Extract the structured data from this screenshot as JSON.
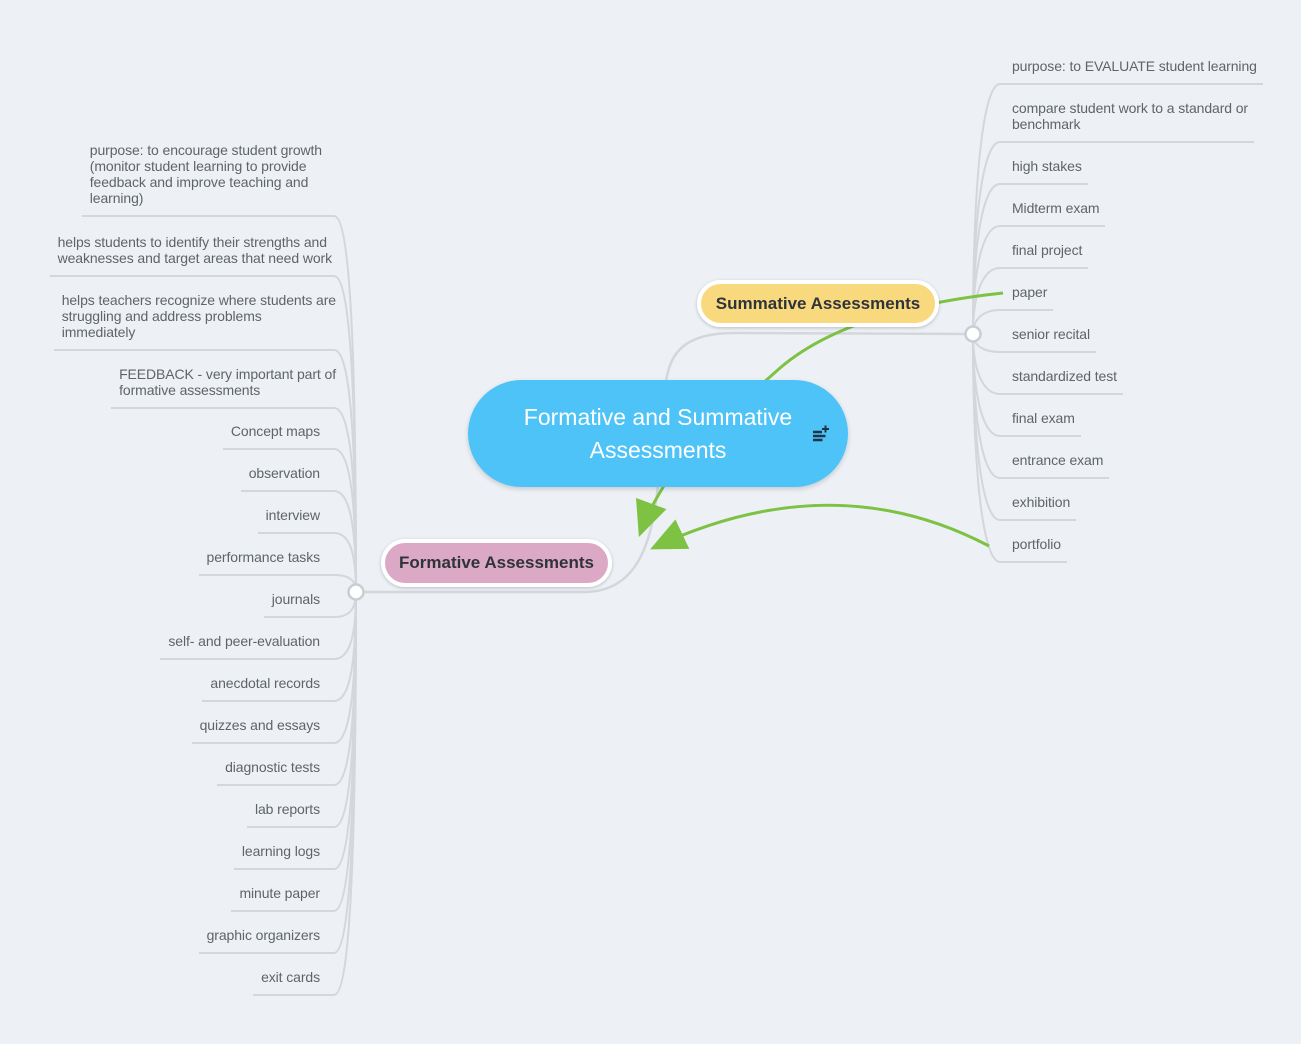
{
  "root": {
    "label": "Formative and Summative\nAssessments",
    "icon": "outline-plus-icon"
  },
  "branches": [
    {
      "label": "Summative Assessments",
      "side": "right",
      "children": [
        {
          "text": "purpose: to EVALUATE student learning"
        },
        {
          "text": "compare student work to a standard or\nbenchmark"
        },
        {
          "text": "high stakes"
        },
        {
          "text": "Midterm exam"
        },
        {
          "text": "final project"
        },
        {
          "text": "paper"
        },
        {
          "text": "senior recital"
        },
        {
          "text": "standardized test"
        },
        {
          "text": "final exam"
        },
        {
          "text": "entrance exam"
        },
        {
          "text": "exhibition"
        },
        {
          "text": "portfolio"
        }
      ]
    },
    {
      "label": "Formative Assessments",
      "side": "left",
      "children": [
        {
          "text": "purpose: to encourage student growth\n(monitor student learning to provide\nfeedback and improve teaching and\nlearning)"
        },
        {
          "text": "helps students to identify their strengths and\nweaknesses and target areas that need work"
        },
        {
          "text": "helps teachers recognize where students are\nstruggling and address problems\nimmediately"
        },
        {
          "text": "FEEDBACK - very important part of\nformative assessments"
        },
        {
          "text": "Concept maps"
        },
        {
          "text": "observation"
        },
        {
          "text": "interview"
        },
        {
          "text": "performance tasks"
        },
        {
          "text": "journals"
        },
        {
          "text": "self- and peer-evaluation"
        },
        {
          "text": "anecdotal records"
        },
        {
          "text": "quizzes and essays"
        },
        {
          "text": "diagnostic tests"
        },
        {
          "text": "lab reports"
        },
        {
          "text": "learning logs"
        },
        {
          "text": "minute paper"
        },
        {
          "text": "graphic organizers"
        },
        {
          "text": "exit cards"
        }
      ]
    }
  ],
  "cross_links": [
    {
      "from": "paper",
      "to": "Formative Assessments"
    },
    {
      "from": "portfolio",
      "to": "Formative Assessments"
    }
  ],
  "colors": {
    "background": "#edf1f5",
    "root_fill": "#4ec3f8",
    "root_text": "#ffffff",
    "summative_fill": "#f9d97e",
    "formative_fill": "#dba9c6",
    "pill_text": "#2f333a",
    "topic_text": "#5f6468",
    "connector_gray": "#d3d7dc",
    "link_green": "#7dc243"
  }
}
